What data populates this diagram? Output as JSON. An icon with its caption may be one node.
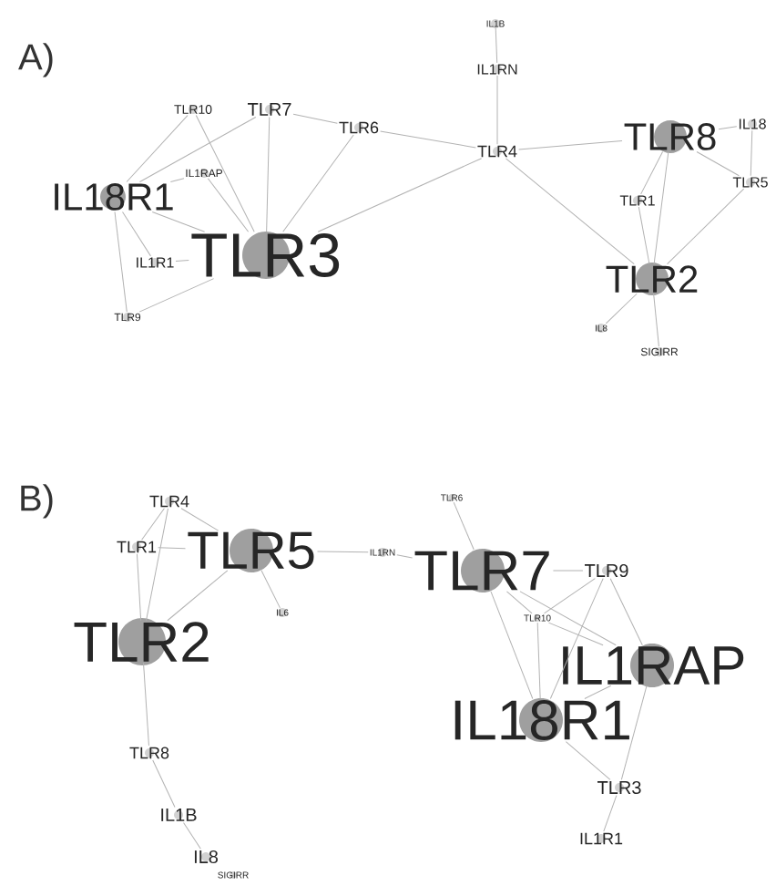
{
  "diagram": {
    "nodes": [
      {
        "text": [
          "TLR3"
        ]
      },
      {
        "text": [
          "IL18R1"
        ]
      },
      {
        "text": [
          "TLR10"
        ]
      },
      {
        "text": [
          "TLR7"
        ]
      },
      {
        "text": [
          "TLR6"
        ]
      },
      {
        "text": [
          "IL1RAP"
        ]
      },
      {
        "text": [
          "IL1R1"
        ]
      },
      {
        "text": [
          "TLR9"
        ]
      },
      {
        "text": [
          "TLR4"
        ]
      },
      {
        "text": [
          "IL1RN"
        ]
      },
      {
        "text": [
          "IL1B"
        ]
      },
      {
        "text": [
          "TLR8"
        ]
      },
      {
        "text": [
          "IL18"
        ]
      },
      {
        "text": [
          "TLR1"
        ]
      },
      {
        "text": [
          "TLR5"
        ]
      },
      {
        "text": [
          "TLR2"
        ]
      },
      {
        "text": [
          "IL8"
        ]
      },
      {
        "text": [
          "SIGIRR"
        ]
      },
      {
        "text": [
          "TLR4"
        ]
      },
      {
        "text": [
          "TLR1"
        ]
      },
      {
        "text": [
          "TLR5"
        ]
      },
      {
        "text": [
          "IL1RN"
        ]
      },
      {
        "text": [
          "IL6"
        ]
      },
      {
        "text": [
          "TLR2"
        ]
      },
      {
        "text": [
          "TLR8"
        ]
      },
      {
        "text": [
          "IL1B"
        ]
      },
      {
        "text": [
          "IL8"
        ]
      },
      {
        "text": [
          "SIGIRR"
        ]
      },
      {
        "text": [
          "TLR6"
        ]
      },
      {
        "text": [
          "TLR7"
        ]
      },
      {
        "text": [
          "TLR9"
        ]
      },
      {
        "text": [
          "TLR10"
        ]
      },
      {
        "text": [
          "IL1RAP"
        ]
      },
      {
        "text": [
          "IL18R1"
        ]
      },
      {
        "text": [
          "TLR3"
        ]
      },
      {
        "text": [
          "IL1R1"
        ]
      }
    ],
    "edges": [
      {
        "from": 1,
        "to": 2,
        "arrow": "none"
      },
      {
        "from": 1,
        "to": 3,
        "arrow": "none"
      },
      {
        "from": 1,
        "to": 5,
        "arrow": "none"
      },
      {
        "from": 1,
        "to": 0,
        "arrow": "none"
      },
      {
        "from": 1,
        "to": 6,
        "arrow": "none"
      },
      {
        "from": 1,
        "to": 7,
        "arrow": "none"
      },
      {
        "from": 2,
        "to": 0,
        "arrow": "none"
      },
      {
        "from": 3,
        "to": 0,
        "arrow": "none"
      },
      {
        "from": 3,
        "to": 4,
        "arrow": "none"
      },
      {
        "from": 4,
        "to": 8,
        "arrow": "none"
      },
      {
        "from": 4,
        "to": 0,
        "arrow": "none"
      },
      {
        "from": 5,
        "to": 0,
        "arrow": "none"
      },
      {
        "from": 6,
        "to": 0,
        "arrow": "none"
      },
      {
        "from": 7,
        "to": 0,
        "arrow": "none"
      },
      {
        "from": 0,
        "to": 8,
        "arrow": "none"
      },
      {
        "from": 8,
        "to": 9,
        "arrow": "none"
      },
      {
        "from": 9,
        "to": 10,
        "arrow": "none"
      },
      {
        "from": 8,
        "to": 11,
        "arrow": "none"
      },
      {
        "from": 8,
        "to": 15,
        "arrow": "none"
      },
      {
        "from": 11,
        "to": 12,
        "arrow": "none"
      },
      {
        "from": 11,
        "to": 13,
        "arrow": "none"
      },
      {
        "from": 11,
        "to": 15,
        "arrow": "none"
      },
      {
        "from": 11,
        "to": 14,
        "arrow": "none"
      },
      {
        "from": 12,
        "to": 14,
        "arrow": "none"
      },
      {
        "from": 13,
        "to": 15,
        "arrow": "none"
      },
      {
        "from": 14,
        "to": 15,
        "arrow": "none"
      },
      {
        "from": 15,
        "to": 16,
        "arrow": "none"
      },
      {
        "from": 15,
        "to": 17,
        "arrow": "none"
      },
      {
        "from": 18,
        "to": 19,
        "arrow": "none"
      },
      {
        "from": 18,
        "to": 20,
        "arrow": "none"
      },
      {
        "from": 18,
        "to": 23,
        "arrow": "none"
      },
      {
        "from": 19,
        "to": 20,
        "arrow": "none"
      },
      {
        "from": 19,
        "to": 23,
        "arrow": "none"
      },
      {
        "from": 20,
        "to": 23,
        "arrow": "none"
      },
      {
        "from": 20,
        "to": 21,
        "arrow": "none"
      },
      {
        "from": 20,
        "to": 22,
        "arrow": "none"
      },
      {
        "from": 21,
        "to": 29,
        "arrow": "none"
      },
      {
        "from": 23,
        "to": 24,
        "arrow": "none"
      },
      {
        "from": 24,
        "to": 25,
        "arrow": "none"
      },
      {
        "from": 25,
        "to": 26,
        "arrow": "none"
      },
      {
        "from": 28,
        "to": 29,
        "arrow": "none"
      },
      {
        "from": 29,
        "to": 30,
        "arrow": "none"
      },
      {
        "from": 29,
        "to": 32,
        "arrow": "none"
      },
      {
        "from": 29,
        "to": 33,
        "arrow": "none"
      },
      {
        "from": 29,
        "to": 31,
        "arrow": "none"
      },
      {
        "from": 31,
        "to": 32,
        "arrow": "none"
      },
      {
        "from": 31,
        "to": 30,
        "arrow": "none"
      },
      {
        "from": 31,
        "to": 33,
        "arrow": "none"
      },
      {
        "from": 30,
        "to": 33,
        "arrow": "none"
      },
      {
        "from": 30,
        "to": 32,
        "arrow": "none"
      },
      {
        "from": 33,
        "to": 32,
        "arrow": "none"
      },
      {
        "from": 33,
        "to": 34,
        "arrow": "none"
      },
      {
        "from": 32,
        "to": 34,
        "arrow": "none"
      },
      {
        "from": 34,
        "to": 35,
        "arrow": "none"
      }
    ],
    "labels": [
      "A)",
      "B)"
    ]
  }
}
